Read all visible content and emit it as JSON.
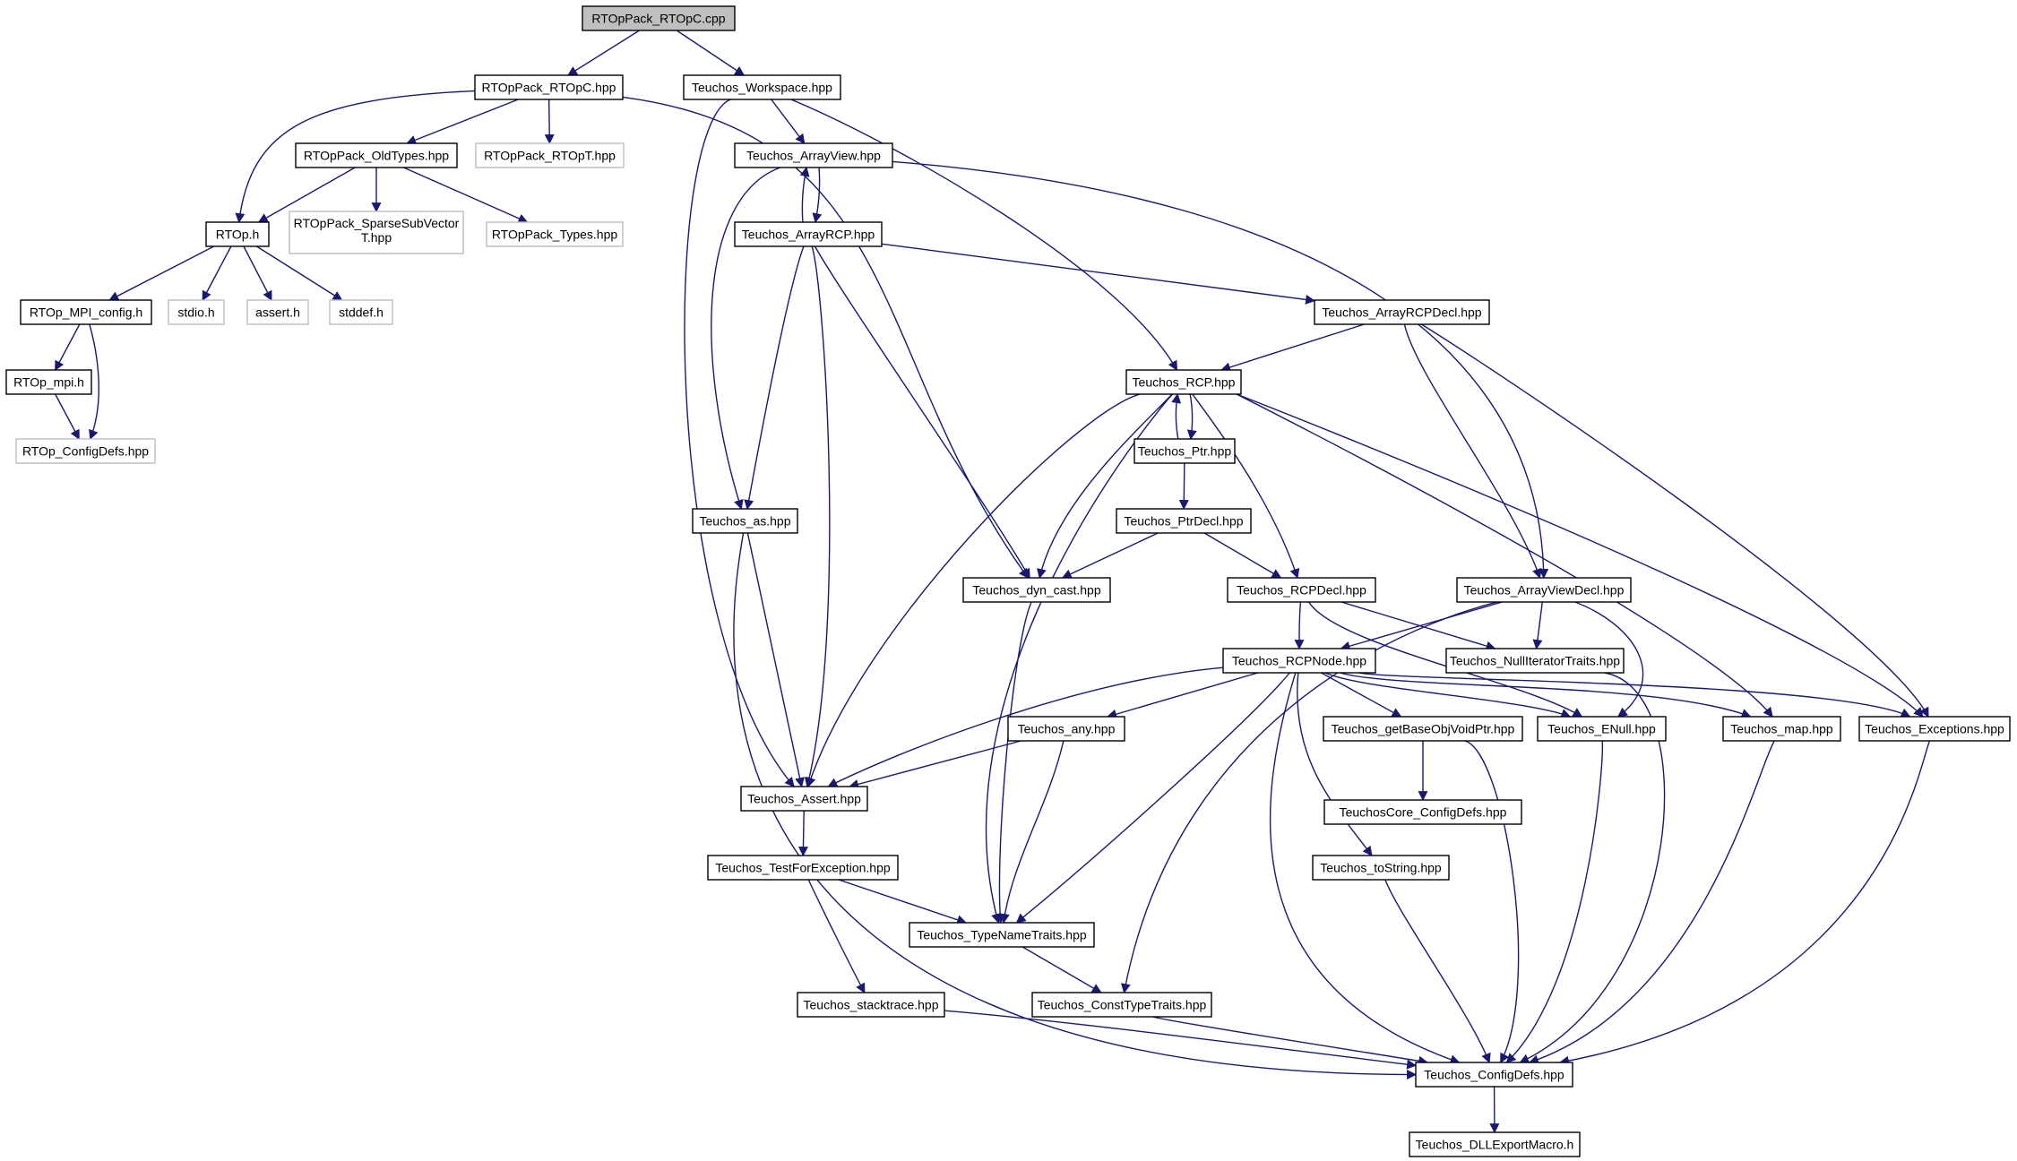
{
  "colors": {
    "background": "#ffffff",
    "edge": "#191970",
    "node_border": "#000000",
    "external_border": "#bfbfbf",
    "root_fill": "#bfbfbf",
    "node_fill": "#ffffff",
    "text": "#000000"
  },
  "nodes": [
    {
      "id": "root",
      "label": "RTOpPack_RTOpC.cpp",
      "kind": "root"
    },
    {
      "id": "rtopc_hpp",
      "label": "RTOpPack_RTOpC.hpp",
      "kind": "normal"
    },
    {
      "id": "workspace",
      "label": "Teuchos_Workspace.hpp",
      "kind": "normal"
    },
    {
      "id": "oldtypes",
      "label": "RTOpPack_OldTypes.hpp",
      "kind": "normal"
    },
    {
      "id": "rtopt",
      "label": "RTOpPack_RTOpT.hpp",
      "kind": "external"
    },
    {
      "id": "arrayview",
      "label": "Teuchos_ArrayView.hpp",
      "kind": "normal"
    },
    {
      "id": "rtop_h",
      "label": "RTOp.h",
      "kind": "normal"
    },
    {
      "id": "sparse",
      "label": "RTOpPack_SparseSubVector",
      "label2": "T.hpp",
      "kind": "external"
    },
    {
      "id": "types",
      "label": "RTOpPack_Types.hpp",
      "kind": "external"
    },
    {
      "id": "arrayrcp",
      "label": "Teuchos_ArrayRCP.hpp",
      "kind": "normal"
    },
    {
      "id": "mpiconfig",
      "label": "RTOp_MPI_config.h",
      "kind": "normal"
    },
    {
      "id": "stdio",
      "label": "stdio.h",
      "kind": "external"
    },
    {
      "id": "assert_h",
      "label": "assert.h",
      "kind": "external"
    },
    {
      "id": "stddef",
      "label": "stddef.h",
      "kind": "external"
    },
    {
      "id": "arrayrcpdecl",
      "label": "Teuchos_ArrayRCPDecl.hpp",
      "kind": "normal"
    },
    {
      "id": "mpi_h",
      "label": "RTOp_mpi.h",
      "kind": "normal"
    },
    {
      "id": "rcp",
      "label": "Teuchos_RCP.hpp",
      "kind": "normal"
    },
    {
      "id": "configdefs_rtop",
      "label": "RTOp_ConfigDefs.hpp",
      "kind": "external"
    },
    {
      "id": "ptr",
      "label": "Teuchos_Ptr.hpp",
      "kind": "normal"
    },
    {
      "id": "as",
      "label": "Teuchos_as.hpp",
      "kind": "normal"
    },
    {
      "id": "ptrdecl",
      "label": "Teuchos_PtrDecl.hpp",
      "kind": "normal"
    },
    {
      "id": "dyncast",
      "label": "Teuchos_dyn_cast.hpp",
      "kind": "normal"
    },
    {
      "id": "rcpdecl",
      "label": "Teuchos_RCPDecl.hpp",
      "kind": "normal"
    },
    {
      "id": "arrayviewdecl",
      "label": "Teuchos_ArrayViewDecl.hpp",
      "kind": "normal"
    },
    {
      "id": "rcpnode",
      "label": "Teuchos_RCPNode.hpp",
      "kind": "normal"
    },
    {
      "id": "nulliter",
      "label": "Teuchos_NullIteratorTraits.hpp",
      "kind": "normal"
    },
    {
      "id": "any",
      "label": "Teuchos_any.hpp",
      "kind": "normal"
    },
    {
      "id": "getbase",
      "label": "Teuchos_getBaseObjVoidPtr.hpp",
      "kind": "normal"
    },
    {
      "id": "enull",
      "label": "Teuchos_ENull.hpp",
      "kind": "normal"
    },
    {
      "id": "map",
      "label": "Teuchos_map.hpp",
      "kind": "normal"
    },
    {
      "id": "exceptions",
      "label": "Teuchos_Exceptions.hpp",
      "kind": "normal"
    },
    {
      "id": "assert_hpp",
      "label": "Teuchos_Assert.hpp",
      "kind": "normal"
    },
    {
      "id": "coreconfig",
      "label": "TeuchosCore_ConfigDefs.hpp",
      "kind": "normal"
    },
    {
      "id": "testforexc",
      "label": "Teuchos_TestForException.hpp",
      "kind": "normal"
    },
    {
      "id": "tostring",
      "label": "Teuchos_toString.hpp",
      "kind": "normal"
    },
    {
      "id": "typename",
      "label": "Teuchos_TypeNameTraits.hpp",
      "kind": "normal"
    },
    {
      "id": "stacktrace",
      "label": "Teuchos_stacktrace.hpp",
      "kind": "normal"
    },
    {
      "id": "consttype",
      "label": "Teuchos_ConstTypeTraits.hpp",
      "kind": "normal"
    },
    {
      "id": "configdefs",
      "label": "Teuchos_ConfigDefs.hpp",
      "kind": "normal"
    },
    {
      "id": "dll",
      "label": "Teuchos_DLLExportMacro.h",
      "kind": "normal"
    }
  ],
  "edges": [
    [
      "root",
      "rtopc_hpp"
    ],
    [
      "root",
      "workspace"
    ],
    [
      "rtopc_hpp",
      "rtop_h"
    ],
    [
      "rtopc_hpp",
      "oldtypes"
    ],
    [
      "rtopc_hpp",
      "rtopt"
    ],
    [
      "rtopc_hpp",
      "dyncast"
    ],
    [
      "oldtypes",
      "rtop_h"
    ],
    [
      "oldtypes",
      "sparse"
    ],
    [
      "oldtypes",
      "types"
    ],
    [
      "rtop_h",
      "mpiconfig"
    ],
    [
      "rtop_h",
      "stdio"
    ],
    [
      "rtop_h",
      "assert_h"
    ],
    [
      "rtop_h",
      "stddef"
    ],
    [
      "mpiconfig",
      "mpi_h"
    ],
    [
      "mpiconfig",
      "configdefs_rtop"
    ],
    [
      "mpi_h",
      "configdefs_rtop"
    ],
    [
      "workspace",
      "arrayview"
    ],
    [
      "workspace",
      "rcp"
    ],
    [
      "workspace",
      "assert_hpp"
    ],
    [
      "arrayview",
      "arrayrcp"
    ],
    [
      "arrayrcp",
      "arrayview"
    ],
    [
      "arrayview",
      "as"
    ],
    [
      "arrayview",
      "arrayviewdecl"
    ],
    [
      "arrayrcp",
      "arrayrcpdecl"
    ],
    [
      "arrayrcp",
      "as"
    ],
    [
      "arrayrcp",
      "assert_hpp"
    ],
    [
      "arrayrcp",
      "dyncast"
    ],
    [
      "arrayrcpdecl",
      "rcp"
    ],
    [
      "arrayrcpdecl",
      "arrayviewdecl"
    ],
    [
      "arrayrcpdecl",
      "exceptions"
    ],
    [
      "rcp",
      "ptr"
    ],
    [
      "ptr",
      "rcp"
    ],
    [
      "rcp",
      "assert_hpp"
    ],
    [
      "rcp",
      "dyncast"
    ],
    [
      "rcp",
      "typename"
    ],
    [
      "rcp",
      "rcpdecl"
    ],
    [
      "rcp",
      "map"
    ],
    [
      "rcp",
      "exceptions"
    ],
    [
      "ptr",
      "ptrdecl"
    ],
    [
      "ptrdecl",
      "dyncast"
    ],
    [
      "ptrdecl",
      "rcpdecl"
    ],
    [
      "as",
      "assert_hpp"
    ],
    [
      "as",
      "configdefs"
    ],
    [
      "dyncast",
      "typename"
    ],
    [
      "rcpdecl",
      "rcpnode"
    ],
    [
      "rcpdecl",
      "nulliter"
    ],
    [
      "rcpdecl",
      "enull"
    ],
    [
      "arrayviewdecl",
      "rcpnode"
    ],
    [
      "arrayviewdecl",
      "nulliter"
    ],
    [
      "arrayviewdecl",
      "enull"
    ],
    [
      "arrayviewdecl",
      "consttype"
    ],
    [
      "rcpnode",
      "any"
    ],
    [
      "rcpnode",
      "assert_hpp"
    ],
    [
      "rcpnode",
      "getbase"
    ],
    [
      "rcpnode",
      "enull"
    ],
    [
      "rcpnode",
      "map"
    ],
    [
      "rcpnode",
      "exceptions"
    ],
    [
      "rcpnode",
      "tostring"
    ],
    [
      "rcpnode",
      "typename"
    ],
    [
      "rcpnode",
      "configdefs"
    ],
    [
      "nulliter",
      "configdefs"
    ],
    [
      "any",
      "assert_hpp"
    ],
    [
      "any",
      "typename"
    ],
    [
      "getbase",
      "coreconfig"
    ],
    [
      "getbase",
      "configdefs"
    ],
    [
      "enull",
      "configdefs"
    ],
    [
      "map",
      "configdefs"
    ],
    [
      "exceptions",
      "configdefs"
    ],
    [
      "assert_hpp",
      "testforexc"
    ],
    [
      "testforexc",
      "typename"
    ],
    [
      "testforexc",
      "stacktrace"
    ],
    [
      "tostring",
      "configdefs"
    ],
    [
      "typename",
      "consttype"
    ],
    [
      "stacktrace",
      "configdefs"
    ],
    [
      "consttype",
      "configdefs"
    ],
    [
      "configdefs",
      "dll"
    ]
  ]
}
